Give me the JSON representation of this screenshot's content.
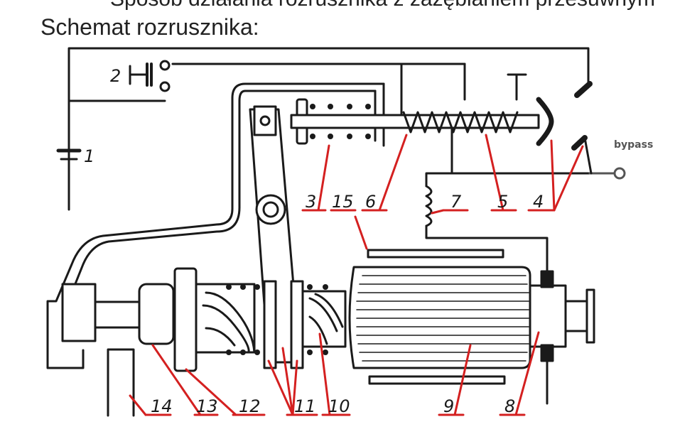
{
  "header": {
    "cutoff_text": "Sposób działania rozrusznika z zazębianiem przesuwnym pociągającym elektromagnetycznym:",
    "title": "Schemat rozrusznika:"
  },
  "diagram": {
    "labels": [
      "1",
      "2",
      "3",
      "15",
      "6",
      "7",
      "5",
      "4",
      "14",
      "13",
      "12",
      "11",
      "10",
      "9",
      "8"
    ],
    "annotation": "bypass"
  },
  "colors": {
    "line": "#1a1a1a",
    "leader": "#d42020",
    "bypass": "#555555"
  }
}
